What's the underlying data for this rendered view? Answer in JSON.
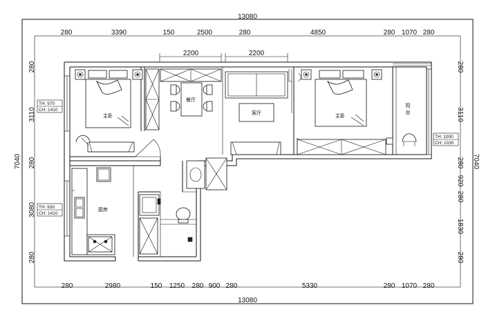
{
  "overall": {
    "width_label": "13080",
    "height_label": "7040"
  },
  "top_dims": [
    "280",
    "3390",
    "150",
    "2500",
    "280",
    "4850",
    "280",
    "1070",
    "280"
  ],
  "bottom_dims": [
    "280",
    "2980",
    "150",
    "1250",
    "280",
    "900",
    "280",
    "5330",
    "280",
    "1070",
    "280"
  ],
  "left_dims": [
    "280",
    "3110",
    "280",
    "3080",
    "280"
  ],
  "right_dims": [
    "280",
    "3110",
    "280",
    "920",
    "280",
    "1830",
    "280"
  ],
  "inner_dims": [
    "2200",
    "2200"
  ],
  "rooms": {
    "master_bedroom_left": "主卧",
    "dining": "餐厅",
    "living": "客厅",
    "master_bedroom_right": "主卧",
    "balcony_line1": "阳",
    "balcony_line2": "台",
    "kitchen": "厨房"
  },
  "window_notes": {
    "left_upper": {
      "th": "TH: 970",
      "ch": "CH: 1410"
    },
    "left_lower": {
      "th": "TH: 930",
      "ch": "CH: 1410"
    },
    "right": {
      "th": "TH: 1000",
      "ch": "CH: 1030"
    }
  }
}
